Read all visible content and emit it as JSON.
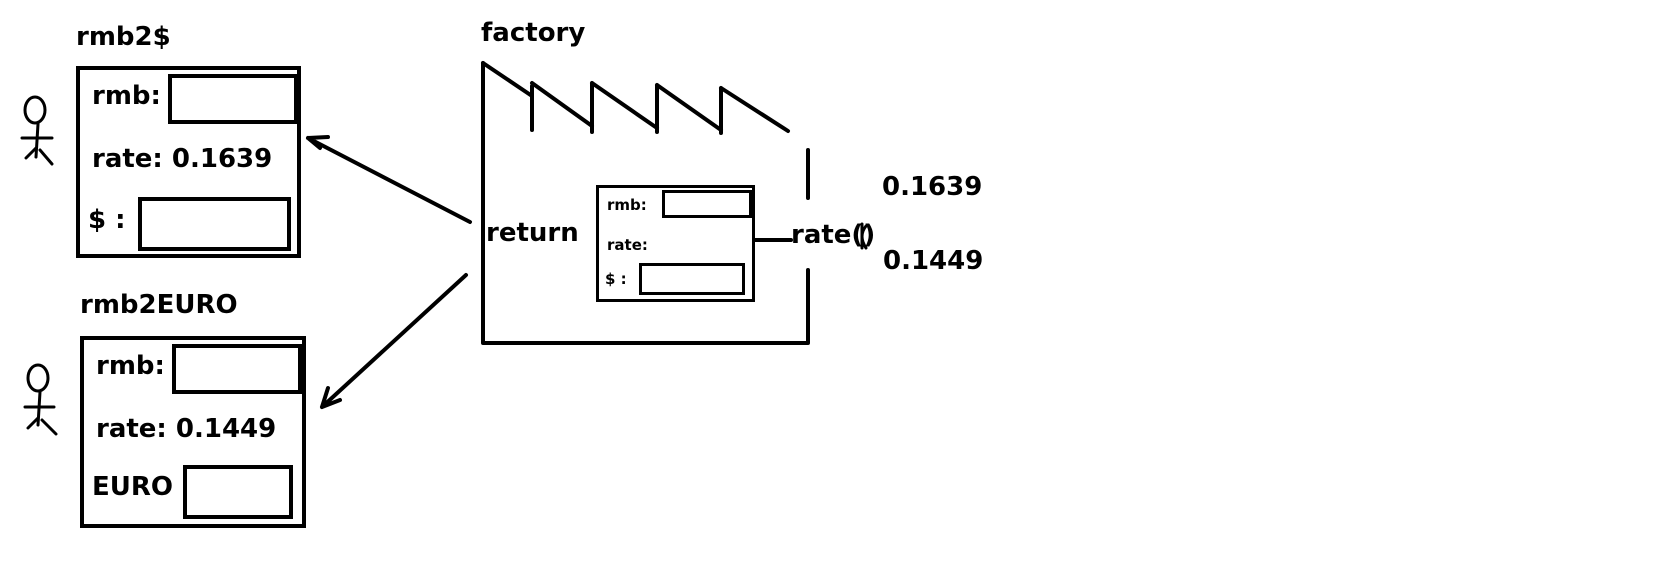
{
  "panels": {
    "usd": {
      "title": "rmb2$",
      "rmb_label": "rmb:",
      "rate_label": "rate: 0.1639",
      "out_label": "$ :"
    },
    "euro": {
      "title": "rmb2EURO",
      "rmb_label": "rmb:",
      "rate_label": "rate: 0.1449",
      "out_label": "EURO"
    }
  },
  "factory": {
    "title": "factory",
    "return_label": "return",
    "rate_param": "rate()",
    "inner": {
      "rmb_label": "rmb:",
      "rate_label": "rate:",
      "out_label": "$ :"
    }
  },
  "rates": [
    "0.1639",
    "0.1449"
  ],
  "colors": {
    "ink": "#000000",
    "background": "#ffffff"
  }
}
